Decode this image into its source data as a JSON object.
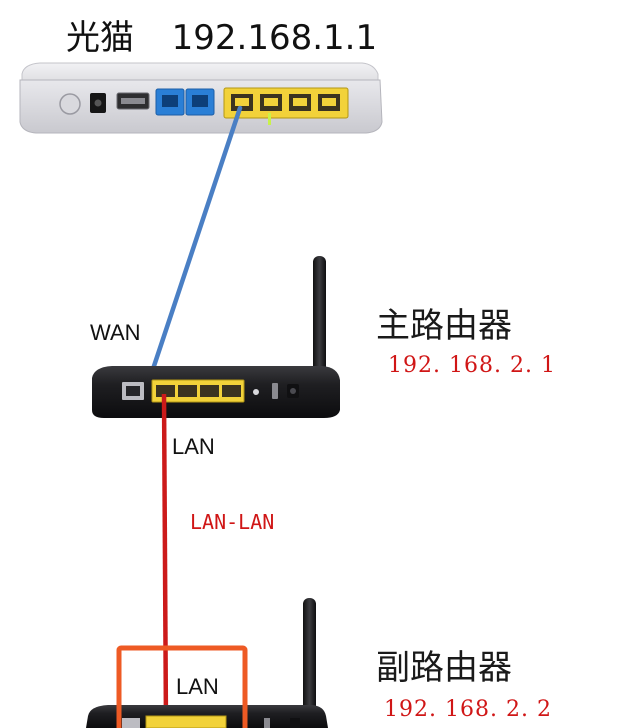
{
  "modem": {
    "name": "光猫",
    "ip": "192.168.1.1"
  },
  "main_router": {
    "name": "主路由器",
    "ip": "192. 168. 2. 1",
    "wan_label": "WAN",
    "lan_label": "LAN"
  },
  "link": {
    "label": "LAN-LAN",
    "wan_cable_color": "#4a7fc4",
    "lan_cable_color": "#cc1a1a"
  },
  "sub_router": {
    "name": "副路由器",
    "ip": "192. 168. 2. 2",
    "lan_label": "LAN",
    "highlight_color": "#ee5a24"
  },
  "colors": {
    "port_yellow": "#f2d23a",
    "port_blue": "#2a7fd6",
    "router_body": "#1c1c1e"
  }
}
